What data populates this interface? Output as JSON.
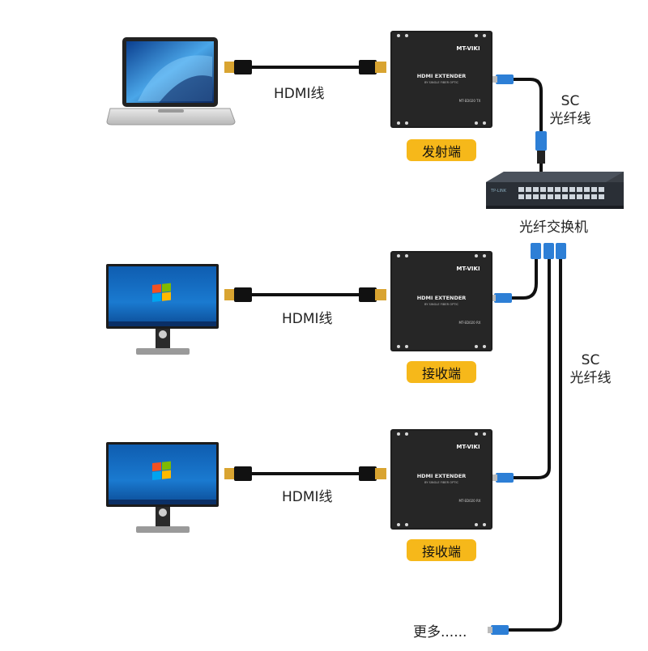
{
  "colors": {
    "tag_bg": "#f6b81a",
    "device_body": "#1e1e1e",
    "connector_blue": "#2d7fd6",
    "hdmi_plug_gold": "#d9a431",
    "cable": "#111111"
  },
  "device": {
    "brand": "MT-VIKI",
    "title": "HDMI EXTENDER",
    "subtitle": "BY SINGLE FIBER OPTIC",
    "tx_model": "MT-ED020 TX",
    "rx_model": "MT-ED020 RX"
  },
  "rows": [
    {
      "source": "laptop",
      "source_icon": "laptop-icon",
      "cable_label": "HDMI线",
      "role_label": "发射端",
      "model_key": "tx"
    },
    {
      "source": "monitor",
      "source_icon": "monitor-icon",
      "cable_label": "HDMI线",
      "role_label": "接收端",
      "model_key": "rx"
    },
    {
      "source": "monitor",
      "source_icon": "monitor-icon",
      "cable_label": "HDMI线",
      "role_label": "接收端",
      "model_key": "rx"
    }
  ],
  "fiber_label_top": {
    "line1": "SC",
    "line2": "光纤线"
  },
  "fiber_label_mid": {
    "line1": "SC",
    "line2": "光纤线"
  },
  "switch": {
    "label": "光纤交换机",
    "brand": "TP-LINK",
    "icon": "network-switch-icon"
  },
  "more_label": "更多......"
}
